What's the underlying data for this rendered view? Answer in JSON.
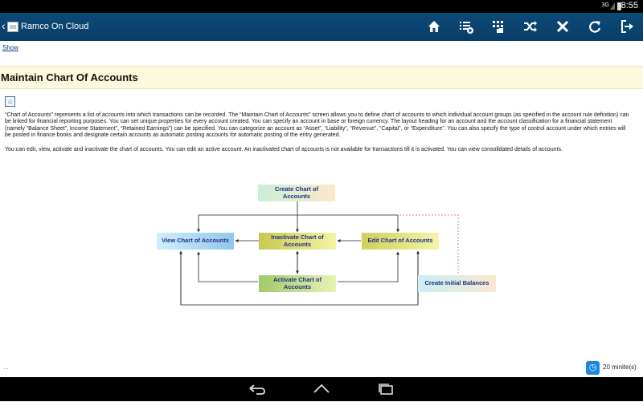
{
  "status_bar": {
    "network": "3G",
    "time": "8:55"
  },
  "app": {
    "title": "Ramco On Cloud"
  },
  "toolbar": {
    "icons": [
      "home-icon",
      "list-add-icon",
      "grid-menu-icon",
      "shuffle-icon",
      "close-icon",
      "refresh-icon",
      "logout-icon"
    ]
  },
  "page": {
    "show_link": "Show",
    "title": "Maintain Chart Of Accounts",
    "description_1": "“Chart of Accounts” represents a list of accounts into which transactions can be recorded. The “Maintain Chart of Accounts” screen allows you to define chart of accounts to which individual account groups (as specified in the account rule definition) can be linked for financial reporting purposes.  You can set unique properties for every account created. You can specify an account in base or foreign currency.  The layout heading for an account and the account classification for a financial statement (namely “Balance Sheet”, Income Statement”, “Retained Earnings”) can be specified. You can categorize an account as “Asset”, “Liability”, “Revenue”, “Capital”, or “Expenditure”. You can also specify the type of control account under which entries will be posted in finance books and designate certain accounts as automatic posting accounts for automatic posting of the entry generated.",
    "description_2": "You can edit, view, activate and inactivate the chart of accounts. You can edit an active account. An inactivated chart of accounts is not available for transactions till it is activated.  You can view consolidated details of accounts."
  },
  "diagram": {
    "create": "Create Chart of Accounts",
    "view": "View Chart of Accounts",
    "inactivate": "Inactivate Chart of Accounts",
    "edit": "Edit Chart of Accounts",
    "activate": "Activate Chart of Accounts",
    "initial": "Create Initial Balances"
  },
  "footer": {
    "ellipsis": "...",
    "timer": "20 minite(s)"
  }
}
